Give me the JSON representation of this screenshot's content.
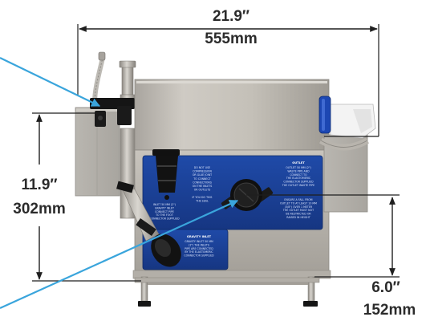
{
  "dimensions": {
    "width": {
      "imperial": "21.9″",
      "metric": "555mm"
    },
    "height": {
      "imperial": "11.9″",
      "metric": "302mm"
    },
    "outlet_height": {
      "imperial": "6.0″",
      "metric": "152mm"
    }
  },
  "panel_labels": {
    "top_left": [
      "DO NOT USE",
      "COMPRESSION",
      "OR GLUE JOINT",
      "TO CONNECT",
      "CONNECTIONS",
      "ON THE INLETS",
      "OR OUTLETS"
    ],
    "left_inlet": [
      "INLET 50 MM (2\")",
      "GRAVITY INLET",
      "CONNECT PIPE",
      "TO THE FOOT",
      "CONNECTOR SUPPLIED"
    ],
    "middle": [
      "IF YOU DO THIS",
      "THE SEAL"
    ],
    "right_title": "OUTLET",
    "right_outlet": [
      "OUTLET 50 MM (2\")",
      "WASTE PIPE AND",
      "CONNECT TO",
      "THE ELASTOMERIC",
      "CONNECTOR SUPPLIED",
      "THE OUTLET WASTE PIPE"
    ],
    "right_lower": [
      "ENSURE A FALL FROM",
      "OUTLET TO AT LEAST 10 MM",
      "(3/8\") OVER 1 METER",
      "THE OUTLET MUST NOT",
      "BE RESTRICTED OR",
      "RAISED IN HEIGHT"
    ],
    "bottom_title": "GRAVITY INLET",
    "bottom": [
      "GRAVITY INLET 50 MM",
      "(2\") THE INLETS",
      "PIPE ARE CONNECTED",
      "BY THE ELASTOMERIC",
      "CONNECTOR SUPPLIED"
    ]
  },
  "colors": {
    "dimension_line": "#1f1f1f",
    "callout_arrow": "#3aa5dc",
    "panel_blue": "#1a3d93",
    "stainless": "#c7c3bc"
  }
}
